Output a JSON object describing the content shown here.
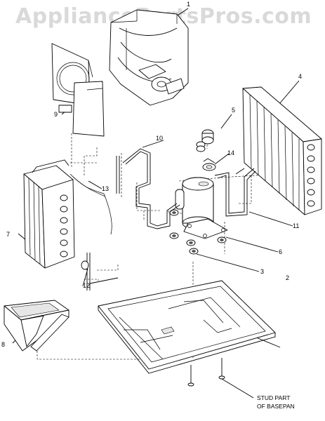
{
  "watermark": "AppliancePartsPros.com",
  "callouts": {
    "c1": "1",
    "c2": "2",
    "c3": "3",
    "c4": "4",
    "c5": "5",
    "c6": "6",
    "c7": "7",
    "c8": "8",
    "c9": "9",
    "c10": "10",
    "c11": "11",
    "c12": "12",
    "c13": "13",
    "c14": "14"
  },
  "stud_label": {
    "line1": "STUD PART",
    "line2": "OF BASEPAN"
  }
}
